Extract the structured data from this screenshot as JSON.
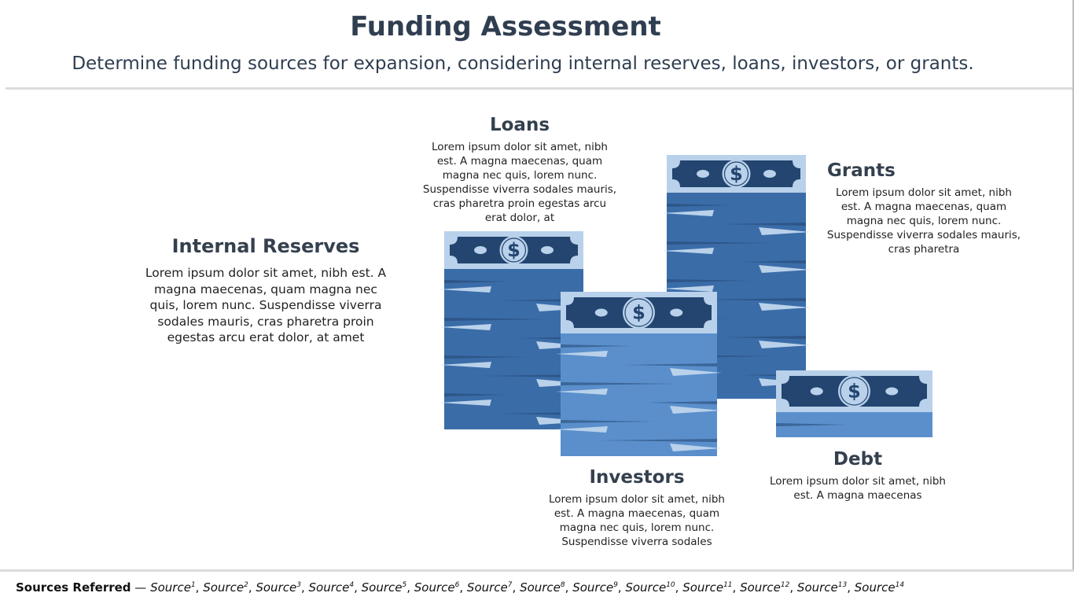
{
  "header": {
    "title": "Funding Assessment",
    "subtitle": "Determine funding sources for expansion, considering internal reserves, loans, investors, or grants."
  },
  "colors": {
    "dark_navy": "#234570",
    "bill_light": "#b9d1ea",
    "stack_mid": "#3a6ca8",
    "stack_light": "#5a8fcc"
  },
  "icon": "dollar-bill-stack-icon",
  "sections": {
    "loans": {
      "heading": "Loans",
      "body": "Lorem ipsum dolor sit amet, nibh est. A magna maecenas, quam magna nec quis, lorem nunc. Suspendisse viverra sodales mauris, cras pharetra proin egestas arcu erat dolor, at"
    },
    "grants": {
      "heading": "Grants",
      "body": "Lorem ipsum dolor sit amet, nibh est. A magna maecenas, quam magna nec quis, lorem nunc. Suspendisse viverra sodales mauris, cras pharetra"
    },
    "internal_reserves": {
      "heading": "Internal Reserves",
      "body": "Lorem ipsum dolor sit amet, nibh est. A magna maecenas, quam magna nec quis, lorem nunc. Suspendisse viverra sodales mauris, cras pharetra proin egestas arcu erat dolor, at amet"
    },
    "investors": {
      "heading": "Investors",
      "body": "Lorem ipsum dolor sit amet, nibh est. A magna maecenas, quam magna nec quis, lorem nunc. Suspendisse viverra sodales"
    },
    "debt": {
      "heading": "Debt",
      "body": "Lorem ipsum dolor sit amet, nibh est. A magna maecenas"
    }
  },
  "footer": {
    "label": "Sources Referred",
    "separator": " — ",
    "source_word": "Source",
    "sources": [
      "1",
      "2",
      "3",
      "4",
      "5",
      "6",
      "7",
      "8",
      "9",
      "10",
      "11",
      "12",
      "13",
      "14"
    ]
  }
}
